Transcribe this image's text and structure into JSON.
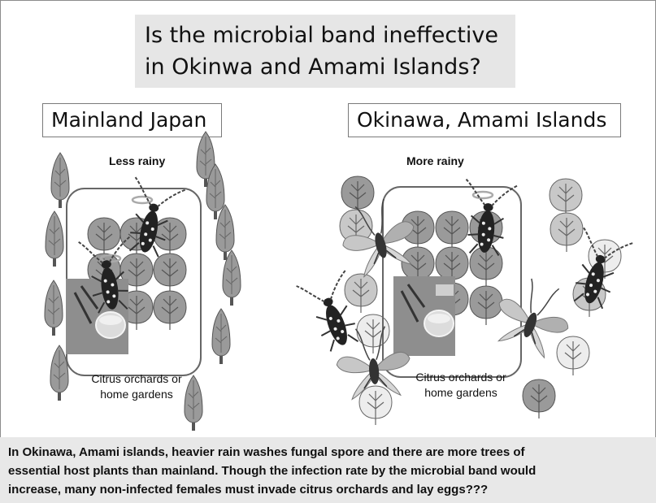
{
  "title": {
    "line1": "Is the microbial band ineffective",
    "line2": "in Okinwa and Amami Islands?"
  },
  "left_panel": {
    "label": "Mainland Japan",
    "rain": "Less rainy",
    "caption_line1": "Citrus orchards or",
    "caption_line2": "home gardens"
  },
  "right_panel": {
    "label": "Okinawa, Amami Islands",
    "rain": "More rainy",
    "caption_line1": "Citrus orchards or",
    "caption_line2": "home gardens"
  },
  "bottom_note": {
    "line1": "In Okinawa, Amami islands, heavier rain washes fungal spore and there are more trees of",
    "line2": "essential host plants than mainland.  Though the infection rate by the microbial band would",
    "line3": "increase,  many non-infected females must invade citrus orchards and lay eggs???"
  },
  "colors": {
    "tree_fill": "#9a9a9a",
    "tree_light": "#c8c8c8",
    "host_tree_dark": "#6f6f6f",
    "title_bg": "#e6e6e6",
    "note_bg": "#e8e8e8"
  }
}
